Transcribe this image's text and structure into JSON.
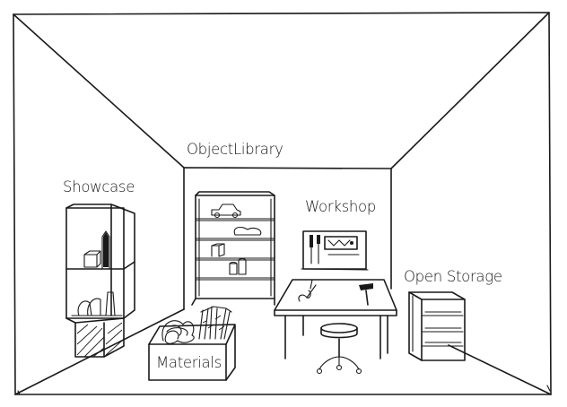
{
  "labels": {
    "object_library": "ObjectLibrary",
    "showcase": "Showcase",
    "workshop": "Workshop",
    "open_storage": "Open Storage",
    "materials": "Materials"
  }
}
